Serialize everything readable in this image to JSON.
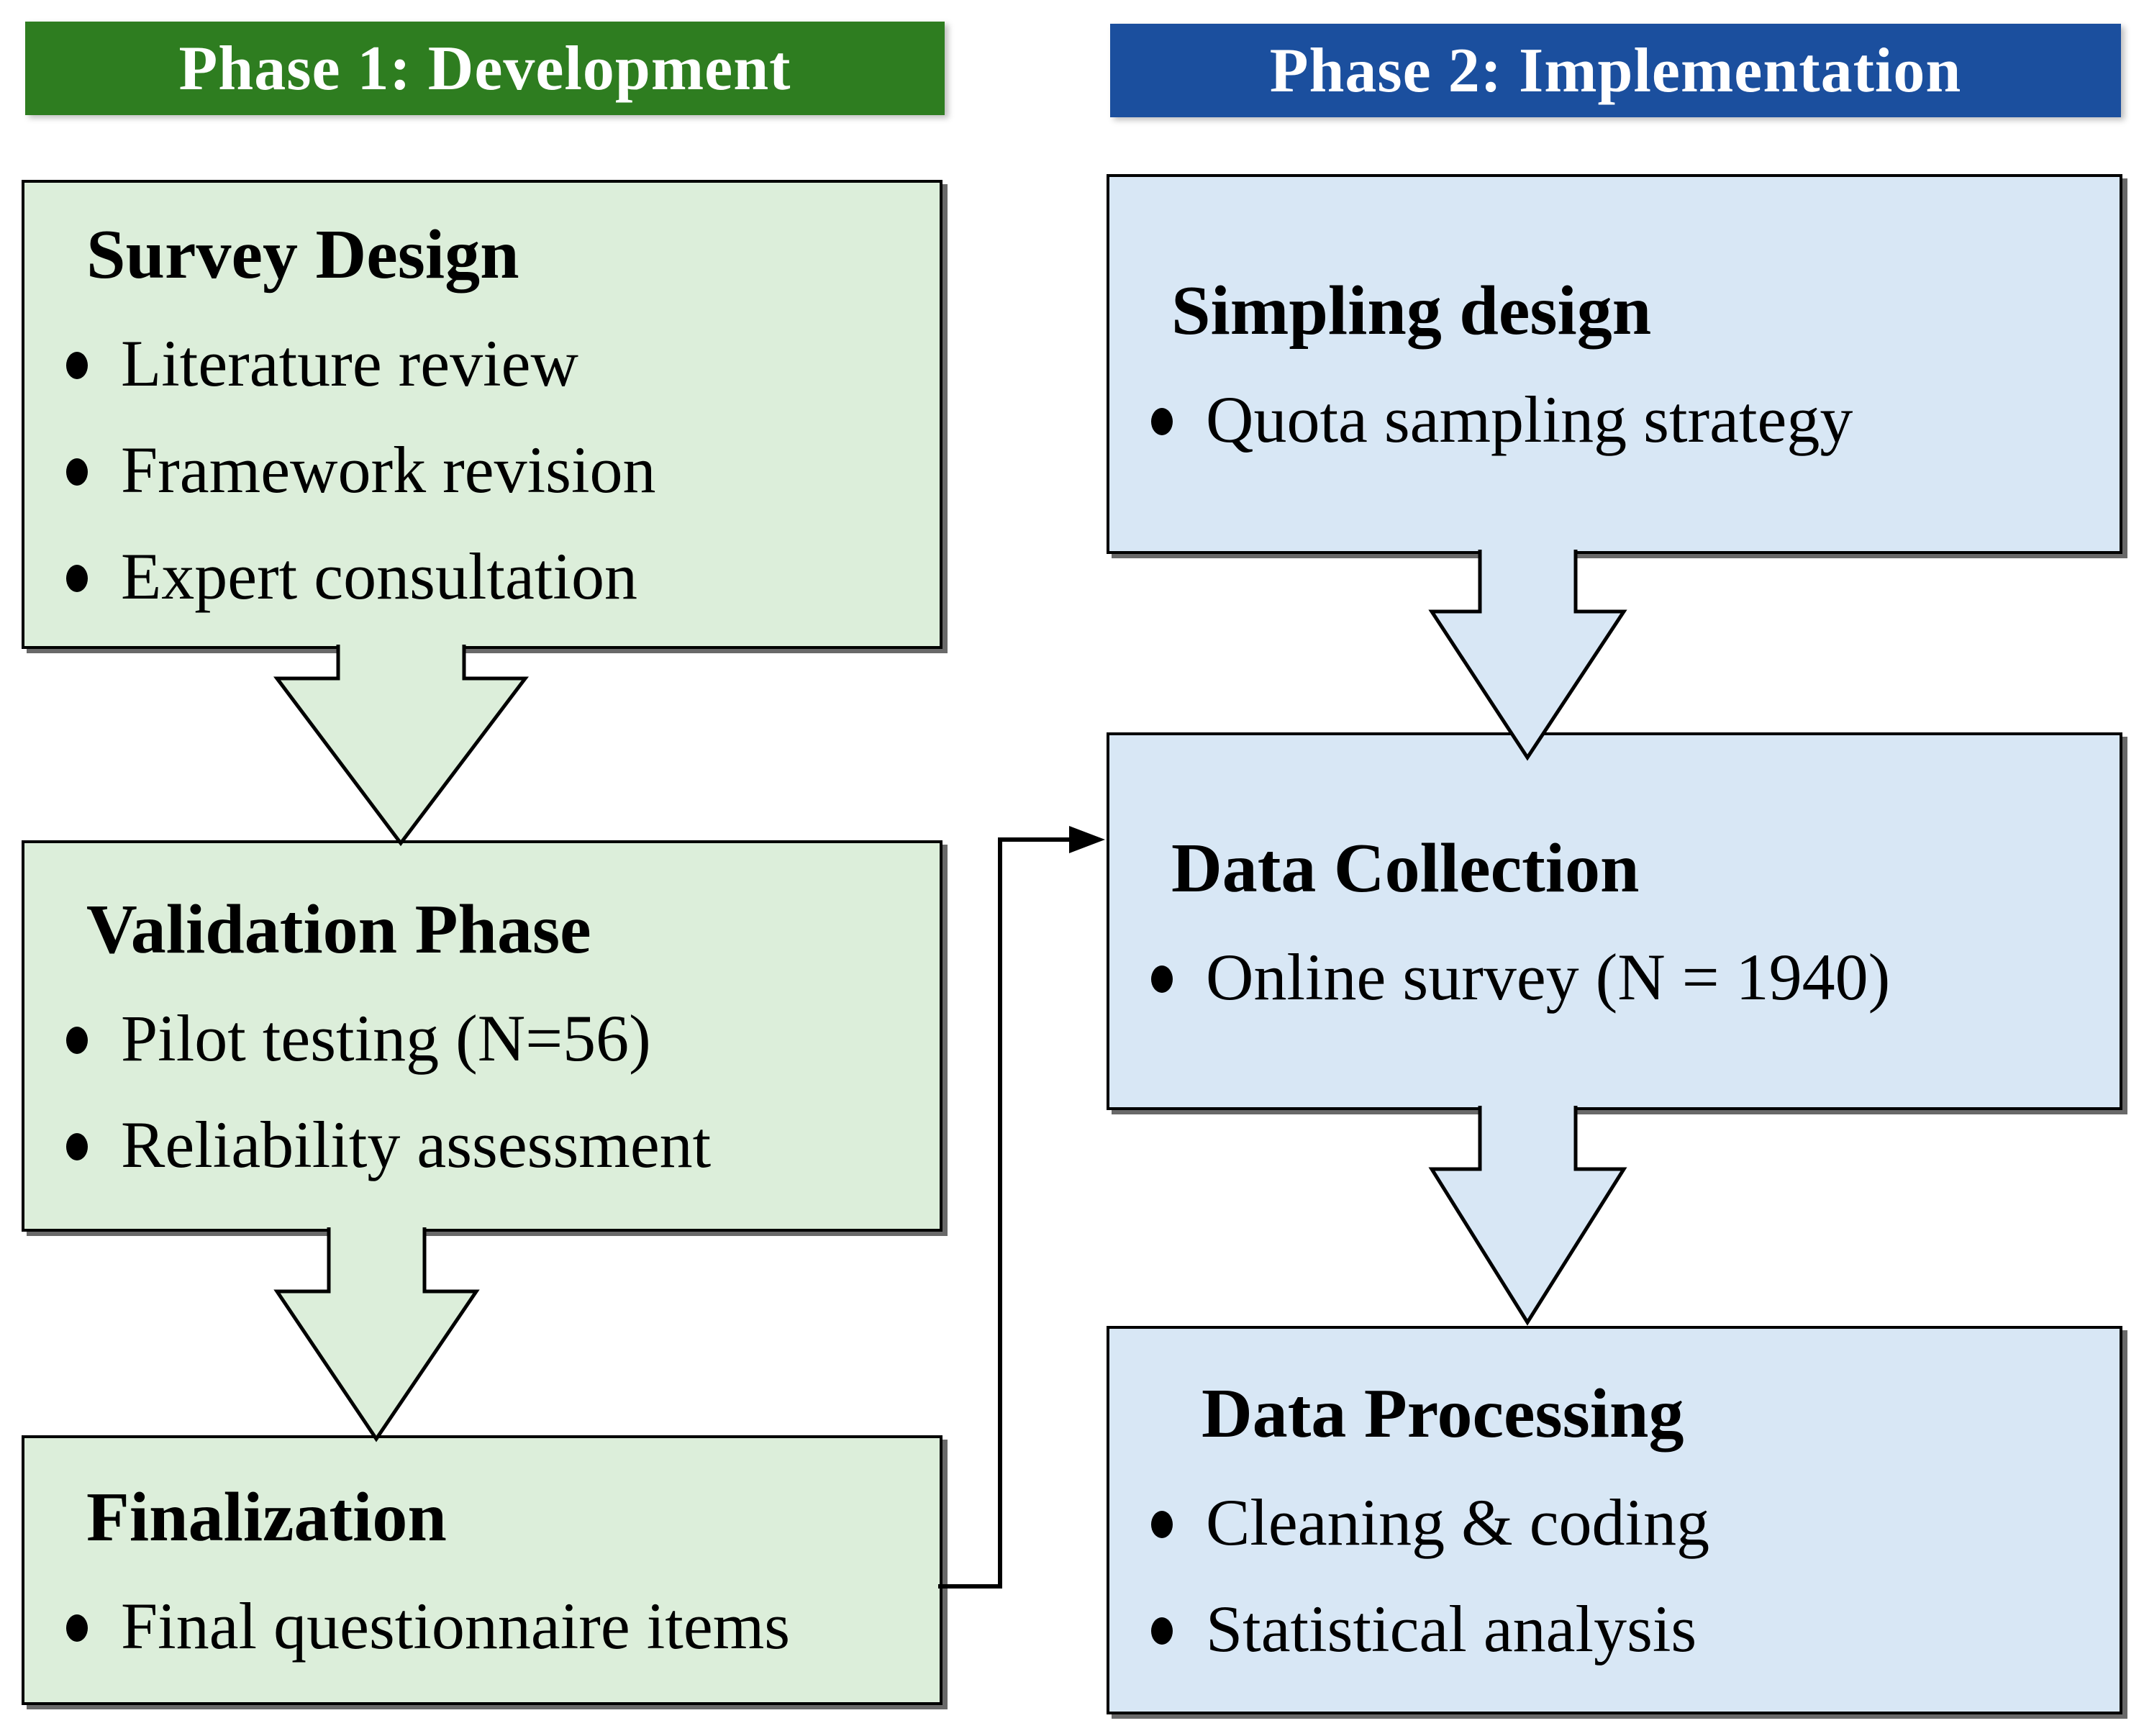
{
  "palette": {
    "phase1_header_bg": "#2e7d20",
    "phase2_header_bg": "#1b4f9e",
    "phase1_box_fill": "#dceeda",
    "phase2_box_fill": "#d8e7f5",
    "box_border": "#000000",
    "header_text": "#ffffff",
    "body_text": "#000000"
  },
  "phase1": {
    "header_label": "Phase 1: Development",
    "boxes": [
      {
        "title": "Survey Design",
        "bullets": [
          "Literature review",
          "Framework revision",
          "Expert consultation"
        ]
      },
      {
        "title": "Validation Phase",
        "bullets": [
          "Pilot testing (N=56)",
          "Reliability assessment"
        ]
      },
      {
        "title": "Finalization",
        "bullets": [
          "Final questionnaire items"
        ]
      }
    ]
  },
  "phase2": {
    "header_label": "Phase 2: Implementation",
    "boxes": [
      {
        "title": "Simpling design",
        "bullets": [
          "Quota sampling strategy"
        ]
      },
      {
        "title": "Data Collection",
        "bullets": [
          "Online survey (N = 1940)"
        ]
      },
      {
        "title": "Data Processing",
        "bullets": [
          "Cleaning & coding",
          "Statistical analysis"
        ]
      }
    ]
  }
}
